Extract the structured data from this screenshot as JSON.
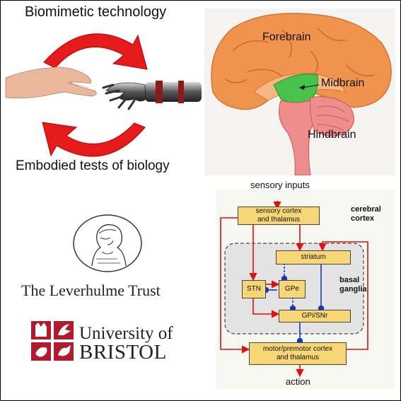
{
  "biomimetic": {
    "top_label": "Biomimetic technology",
    "bottom_label": "Embodied tests of biology"
  },
  "brain": {
    "labels": {
      "forebrain": "Forebrain",
      "midbrain": "Midbrain",
      "hindbrain": "Hindbrain"
    },
    "colors": {
      "forebrain": "#f0944d",
      "midbrain": "#48c24a",
      "hindbrain": "#ef8c8c"
    }
  },
  "logos": {
    "trust_name": "The Leverhulme Trust",
    "university_line1": "University of",
    "university_line2": "BRISTOL",
    "university_color": "#b01c2e"
  },
  "basal_ganglia": {
    "input_label": "sensory inputs",
    "output_label": "action",
    "region_cerebral": [
      "cerebral",
      "cortex"
    ],
    "region_basal": [
      "basal",
      "ganglia"
    ],
    "boxes": {
      "sensory_cortex": [
        "sensory cortex",
        "and thalamus"
      ],
      "striatum": "striatum",
      "stn": "STN",
      "gpe": "GPe",
      "gpi_snr": "GPi/SNr",
      "motor_cortex": [
        "motor/premotor cortex",
        "and thalamus"
      ]
    },
    "colors": {
      "box_fill": "#f7d775",
      "excitatory": "#e01010",
      "inhibitory": "#1838b8"
    }
  }
}
